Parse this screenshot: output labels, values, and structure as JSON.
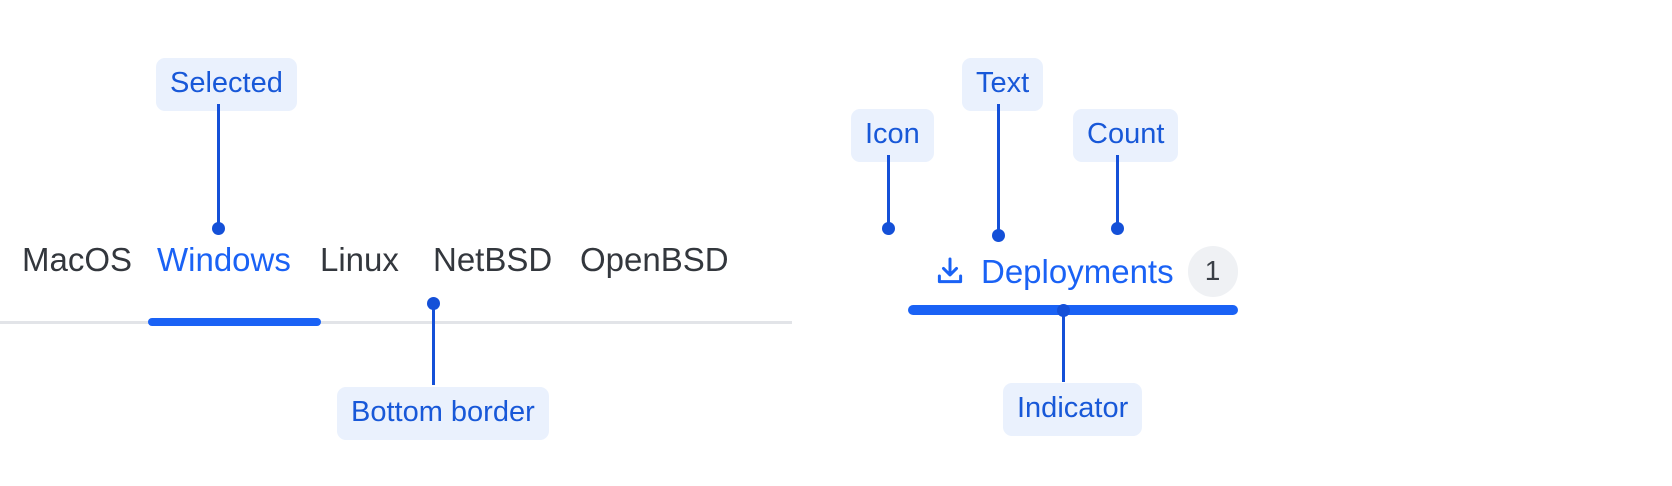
{
  "colors": {
    "accent_blue": "#1a62f5",
    "annotation_blue": "#1450d8",
    "annotation_bg": "#eaf1fd",
    "tab_text": "#33373d",
    "border_gray": "#e2e4e8",
    "badge_bg": "#eff1f4",
    "page_bg": "#ffffff"
  },
  "left_example": {
    "tabs": [
      {
        "label": "MacOS",
        "selected": false
      },
      {
        "label": "Windows",
        "selected": true
      },
      {
        "label": "Linux",
        "selected": false
      },
      {
        "label": "NetBSD",
        "selected": false
      },
      {
        "label": "OpenBSD",
        "selected": false
      }
    ],
    "annotations": [
      {
        "label": "Selected",
        "target": "selected-tab"
      },
      {
        "label": "Bottom border",
        "target": "tab-bottom-border"
      }
    ]
  },
  "right_example": {
    "tab": {
      "icon": "download-icon",
      "text": "Deployments",
      "count": "1",
      "selected": true
    },
    "annotations": [
      {
        "label": "Icon",
        "target": "tab-icon"
      },
      {
        "label": "Text",
        "target": "tab-text"
      },
      {
        "label": "Count",
        "target": "tab-count"
      },
      {
        "label": "Indicator",
        "target": "tab-indicator"
      }
    ]
  }
}
